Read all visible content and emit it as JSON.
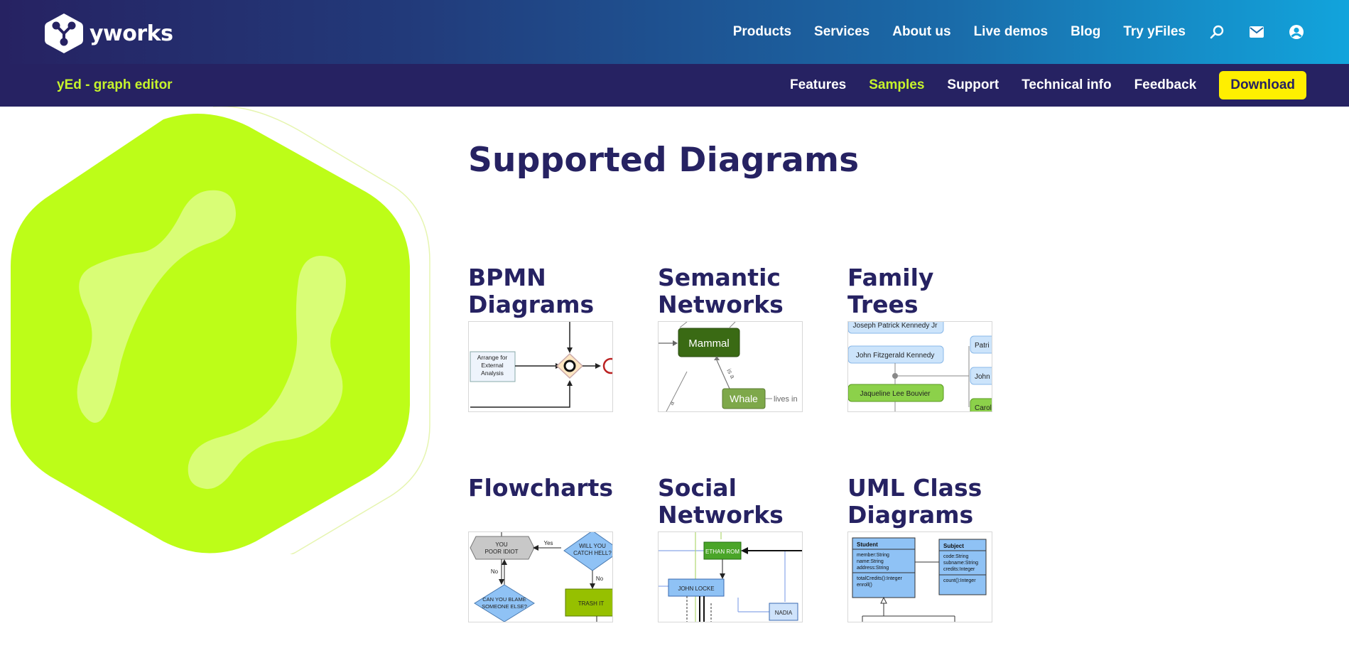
{
  "header": {
    "logo_text": "yworks",
    "nav": [
      "Products",
      "Services",
      "About us",
      "Live demos",
      "Blog",
      "Try yFiles"
    ],
    "icons": [
      "search-icon",
      "mail-icon",
      "account-icon"
    ]
  },
  "subheader": {
    "product_title": "yEd - graph editor",
    "nav": [
      "Features",
      "Samples",
      "Support",
      "Technical info",
      "Feedback"
    ],
    "active": "Samples",
    "download_label": "Download"
  },
  "main": {
    "title": "Supported Diagrams",
    "cards": [
      {
        "title_lines": [
          "BPMN",
          "Diagrams"
        ],
        "thumb_text": [
          "Arrange for",
          "External",
          "Analysis"
        ]
      },
      {
        "title_lines": [
          "Semantic",
          "Networks"
        ],
        "thumb_text": [
          "Mammal",
          "Whale",
          "lives in",
          "is a",
          "a"
        ]
      },
      {
        "title_lines": [
          "Family",
          "Trees"
        ],
        "thumb_text": [
          "Joseph Patrick Kennedy Jr",
          "John Fitzgerald Kennedy",
          "Jaqueline Lee Bouvier",
          "Patri",
          "John",
          "Carol"
        ]
      },
      {
        "title_lines": [
          "Flowcharts",
          ""
        ],
        "thumb_text": [
          "YOU",
          "POOR IDIOT",
          "Yes",
          "WILL YOU",
          "CATCH HELL?",
          "No",
          "No",
          "CAN YOU BLAME",
          "SOMEONE ELSE?",
          "TRASH IT"
        ]
      },
      {
        "title_lines": [
          "Social",
          "Networks"
        ],
        "thumb_text": [
          "ETHAN ROM",
          "JOHN LOCKE",
          "NADIA"
        ]
      },
      {
        "title_lines": [
          "UML Class",
          "Diagrams"
        ],
        "thumb_text": [
          "Student",
          "member:String",
          "name:String",
          "address:String",
          "totalCredits():Integer",
          "enroll()",
          "Subject",
          "code:String",
          "subname:String",
          "credits:Integer",
          "count():Integer"
        ]
      }
    ]
  },
  "colors": {
    "navy": "#262262",
    "lime": "#c6f32c",
    "hero_lime": "#bdfd18",
    "download_yellow": "#ffef00",
    "header_gradient_end": "#12a4dc"
  }
}
